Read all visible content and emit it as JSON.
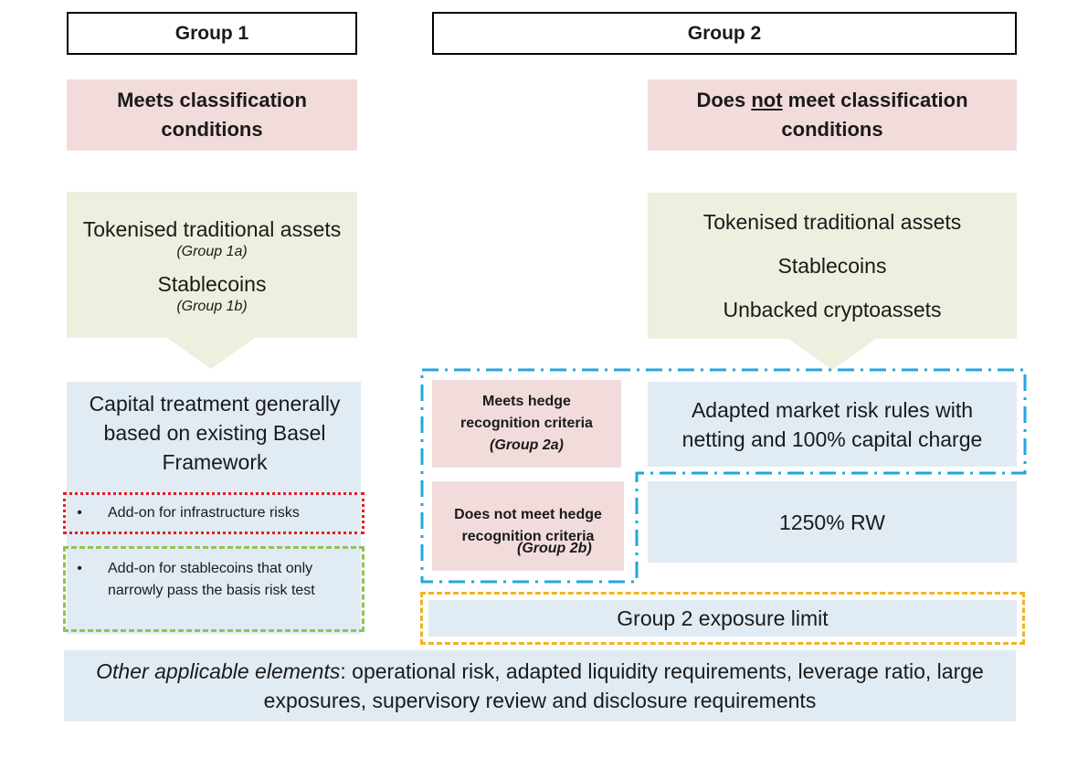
{
  "group1": {
    "header": "Group 1",
    "condition": "Meets classification conditions",
    "assets": [
      {
        "name": "Tokenised traditional assets",
        "sub": "(Group 1a)"
      },
      {
        "name": "Stablecoins",
        "sub": "(Group 1b)"
      }
    ],
    "treatment": "Capital treatment generally based on existing Basel Framework",
    "addon_infra": "Add-on for infrastructure risks",
    "addon_stable": "Add-on for stablecoins that only narrowly pass the basis risk test",
    "bullet": "•"
  },
  "group2": {
    "header": "Group 2",
    "condition_pre": "Does ",
    "condition_not": "not",
    "condition_post": " meet classification conditions",
    "assets": [
      "Tokenised traditional assets",
      "Stablecoins",
      "Unbacked cryptoassets"
    ],
    "hedge_meets": "Meets hedge recognition criteria",
    "hedge_meets_group": "(Group 2a)",
    "hedge_not": "Does not meet hedge recognition criteria",
    "hedge_not_group": "(Group 2b)",
    "market_risk": "Adapted market risk rules with netting and 100% capital charge",
    "rw": "1250% RW",
    "exposure_limit": "Group 2 exposure limit"
  },
  "other": {
    "label": "Other applicable elements",
    "text": ": operational risk, adapted liquidity requirements, leverage ratio, large exposures, supervisory review and disclosure requirements"
  },
  "colors": {
    "pink": "#f2dcdb",
    "green": "#ebf1de",
    "blue": "#e1ebf4",
    "red_dotted": "#e31e24",
    "green_dashed": "#92c353",
    "cyan_dashdot": "#1fa7dc",
    "orange_dashed": "#f0b323"
  }
}
